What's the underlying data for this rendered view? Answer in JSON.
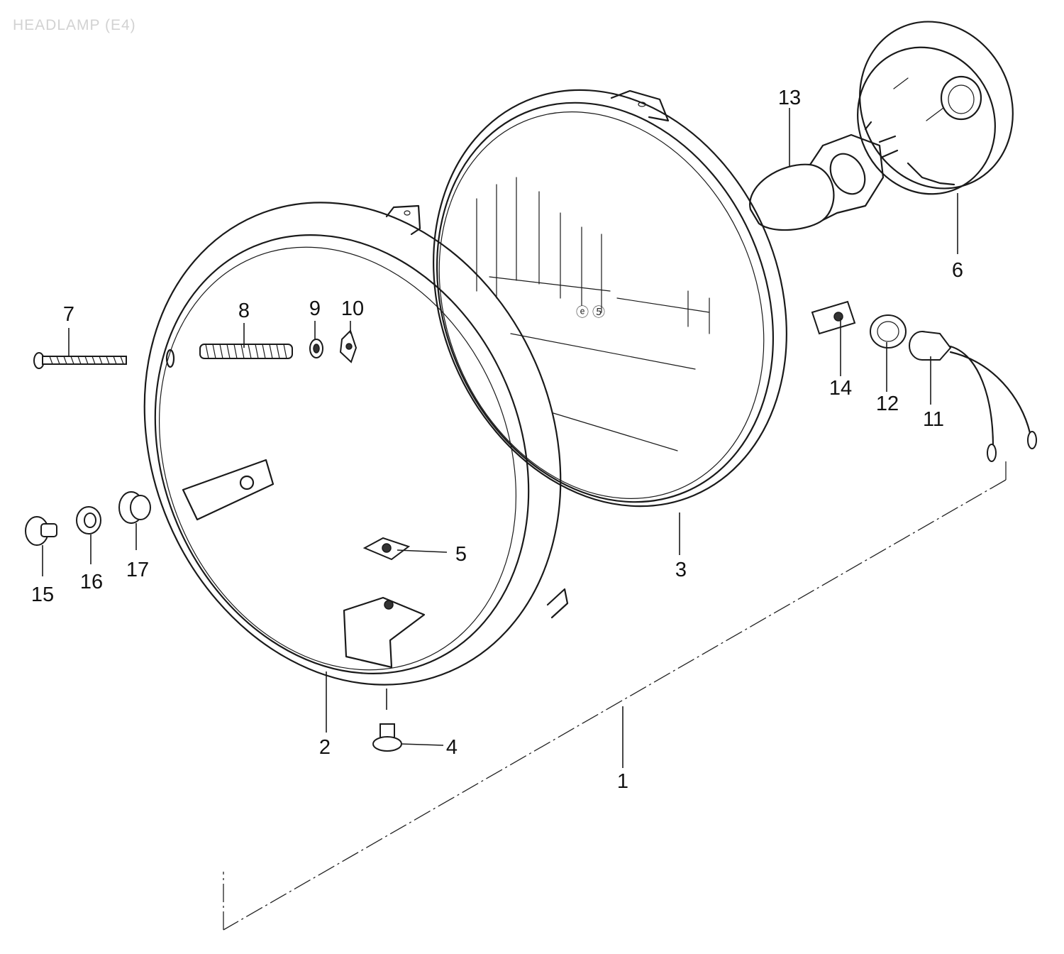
{
  "title": "HEADLAMP (E4)",
  "colors": {
    "ink": "#1a1a1a",
    "caption": "#d2d2d2",
    "background": "#ffffff"
  },
  "callouts": {
    "p1": "1",
    "p2": "2",
    "p3": "3",
    "p4": "4",
    "p5": "5",
    "p6": "6",
    "p7": "7",
    "p8": "8",
    "p9": "9",
    "p10": "10",
    "p11": "11",
    "p12": "12",
    "p13": "13",
    "p14": "14",
    "p15": "15",
    "p16": "16",
    "p17": "17"
  }
}
